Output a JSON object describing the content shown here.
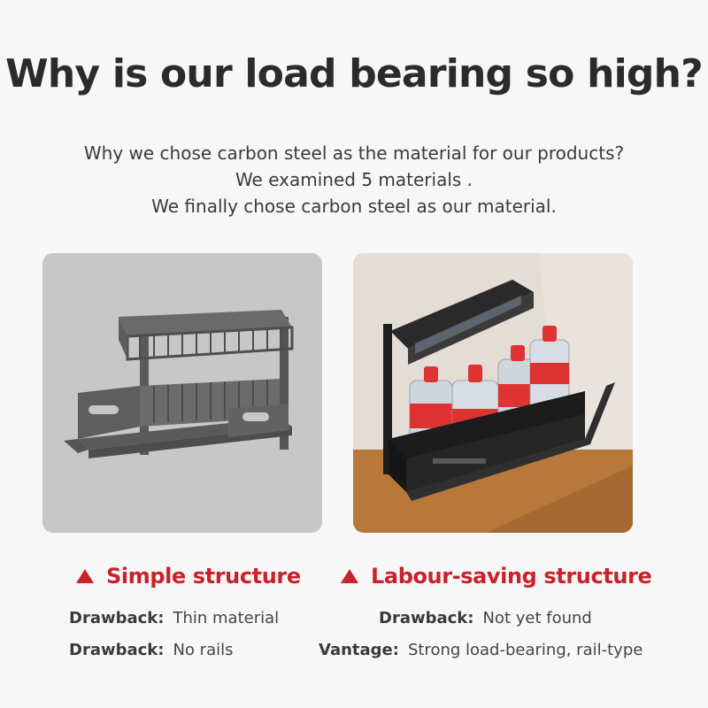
{
  "title": "Why is our load bearing so high?",
  "intro": [
    "Why we chose carbon steel as the material for our products?",
    "We examined 5 materials .",
    "We finally chose carbon steel as our material."
  ],
  "left": {
    "heading": "Simple structure",
    "rows": [
      {
        "label": "Drawback:",
        "value": "Thin material"
      },
      {
        "label": "Drawback:",
        "value": "No rails"
      }
    ]
  },
  "right": {
    "heading": "Labour-saving structure",
    "rows": [
      {
        "label": "Drawback:",
        "value": "Not yet found"
      },
      {
        "label": "Vantage:",
        "value": "Strong load-bearing, rail-type"
      }
    ]
  },
  "colors": {
    "accent": "#c8222a",
    "text": "#333333",
    "background": "#f7f7f7"
  }
}
